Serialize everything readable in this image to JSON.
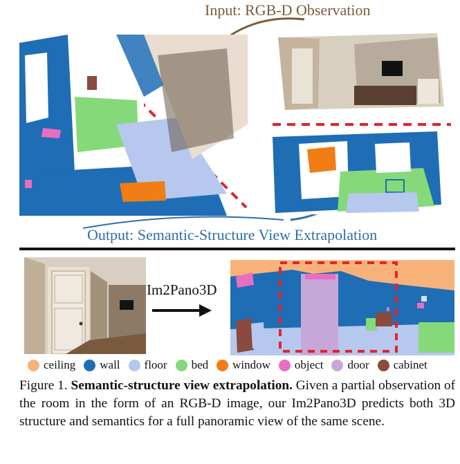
{
  "top": {
    "input_label": "Input: RGB-D Observation",
    "output_label": "Output: Semantic-Structure View Extrapolation"
  },
  "bottom": {
    "model_label": "Im2Pano3D"
  },
  "legend": [
    {
      "label": "ceiling",
      "color": "#f7b27a"
    },
    {
      "label": "wall",
      "color": "#1f6db5"
    },
    {
      "label": "floor",
      "color": "#b6c8ee"
    },
    {
      "label": "bed",
      "color": "#86d97a"
    },
    {
      "label": "window",
      "color": "#f07d16"
    },
    {
      "label": "object",
      "color": "#e86ec0"
    },
    {
      "label": "door",
      "color": "#c7a7d8"
    },
    {
      "label": "cabinet",
      "color": "#8a4a3e"
    }
  ],
  "caption": {
    "figure_label": "Figure 1.",
    "title": "Semantic-structure view extrapolation.",
    "body": "Given a partial observation of the room in the form of an RGB-D image, our Im2Pano3D predicts both 3D structure and semantics for a full panoramic view of the same scene."
  }
}
